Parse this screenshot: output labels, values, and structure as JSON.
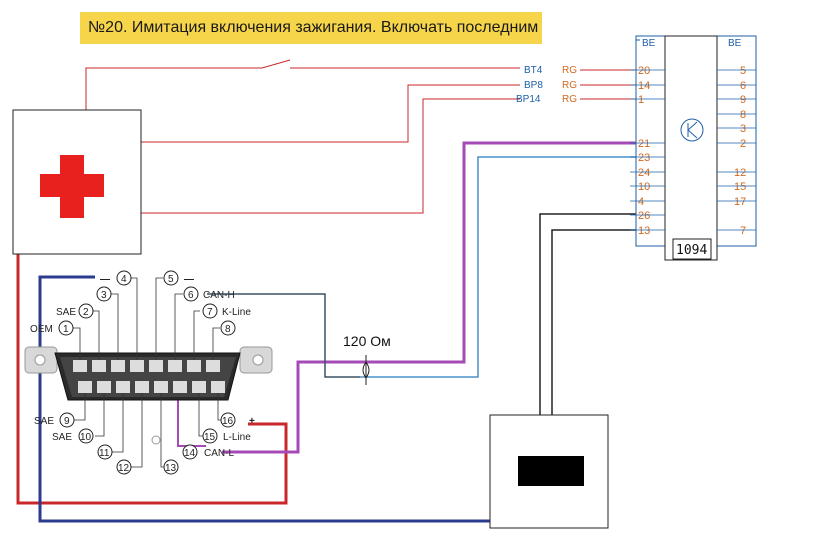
{
  "title": "№20. Имитация включения зажигания. Включать последним",
  "colors": {
    "red_wire": "#c8282a",
    "blue_wire": "#2b3b8f",
    "purple_wire": "#a64ab8",
    "light_blue_wire": "#4a90c8",
    "title_bg": "#f7d54a",
    "pin_orange": "#d2691e",
    "connector_blue": "#1e5fa8"
  },
  "module": {
    "header_left": "BE",
    "header_right": "BE",
    "left_pins": [
      "20",
      "14",
      "1",
      "21",
      "23",
      "24",
      "10",
      "4",
      "26",
      "13"
    ],
    "right_pins": [
      "5",
      "6",
      "9",
      "8",
      "3",
      "2",
      "12",
      "15",
      "17",
      "7"
    ],
    "chip_label": "1094",
    "transistor_icon": "transistor-icon"
  },
  "connectors": [
    {
      "name": "BT4",
      "tag": "RG"
    },
    {
      "name": "BP8",
      "tag": "RG"
    },
    {
      "name": "BP14",
      "tag": "RG"
    }
  ],
  "resistor": {
    "label": "120 Ом"
  },
  "power_box": {
    "icon": "red-cross-icon"
  },
  "obd": {
    "top_pins_left": [
      {
        "num": "4",
        "label": "—"
      },
      {
        "num": "3",
        "label": ""
      },
      {
        "num": "2",
        "label": "SAE"
      },
      {
        "num": "1",
        "label": "OEM"
      }
    ],
    "top_pins_right": [
      {
        "num": "5",
        "label": "—"
      },
      {
        "num": "6",
        "label": "CAN-H"
      },
      {
        "num": "7",
        "label": "K-Line"
      },
      {
        "num": "8",
        "label": ""
      }
    ],
    "bottom_pins_left": [
      {
        "num": "9",
        "label": "SAE"
      },
      {
        "num": "10",
        "label": "SAE"
      },
      {
        "num": "11",
        "label": ""
      },
      {
        "num": "12",
        "label": ""
      }
    ],
    "bottom_pins_right": [
      {
        "num": "13",
        "label": ""
      },
      {
        "num": "14",
        "label": "CAN-L"
      },
      {
        "num": "15",
        "label": "L-Line"
      },
      {
        "num": "16",
        "label": "+"
      }
    ]
  },
  "device_box": {
    "screen": "black-display"
  }
}
